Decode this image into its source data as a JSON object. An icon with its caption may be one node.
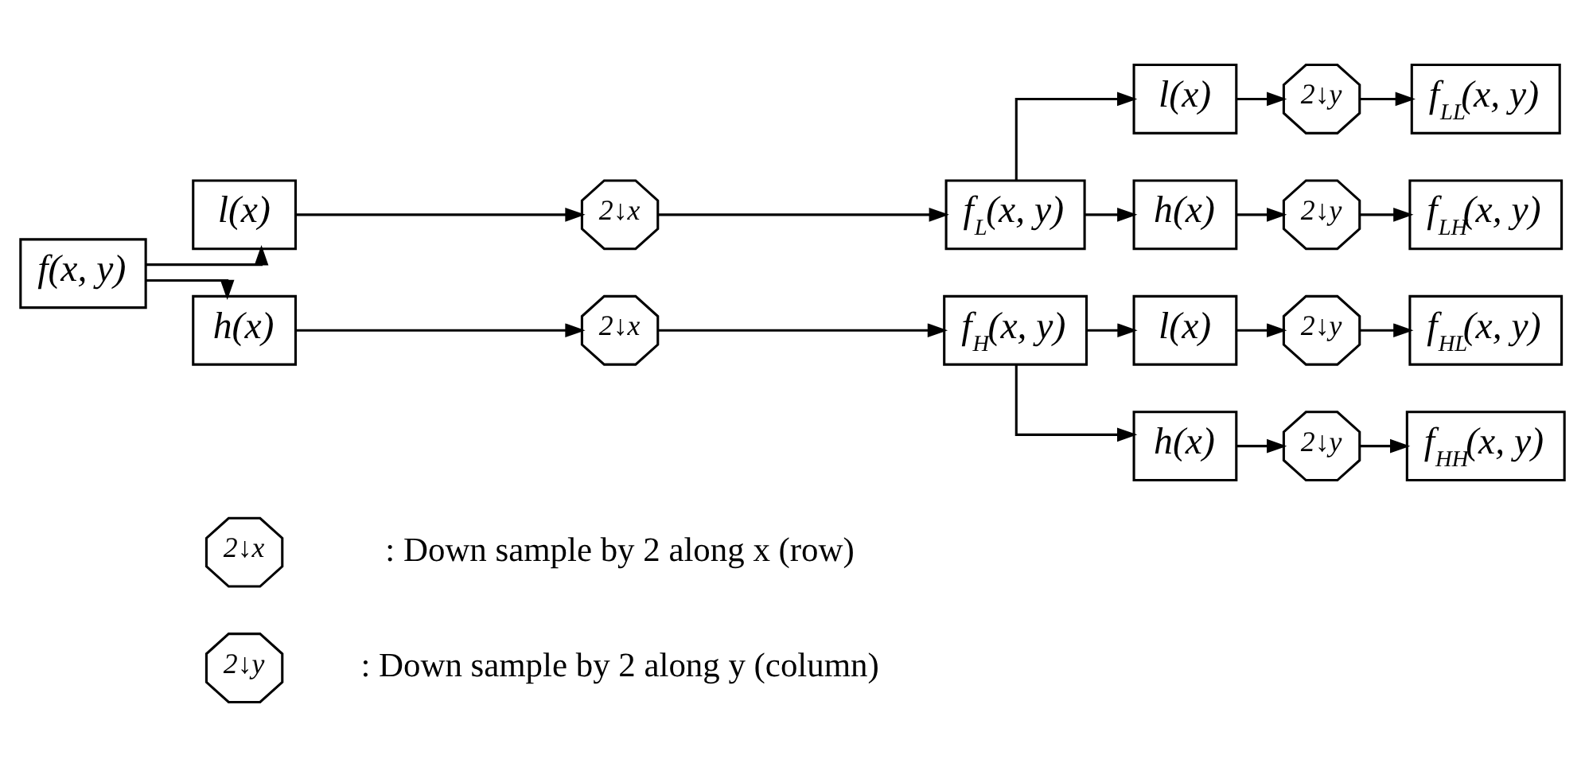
{
  "diagram": {
    "nodes": [
      {
        "text": [
          "f(x, y)"
        ]
      },
      {
        "text": [
          "l(x)"
        ]
      },
      {
        "text": [
          "2↓x"
        ]
      },
      {
        "text": [
          "f$_{L}$(x, y)"
        ]
      },
      {
        "text": [
          "l(x)"
        ]
      },
      {
        "text": [
          "2↓y"
        ]
      },
      {
        "text": [
          "f$_{LL}$(x, y)"
        ]
      },
      {
        "text": [
          "h(x)"
        ]
      },
      {
        "text": [
          "2↓y"
        ]
      },
      {
        "text": [
          "f$_{LH}$(x, y)"
        ]
      },
      {
        "text": [
          "h(x)"
        ]
      },
      {
        "text": [
          "2↓x"
        ]
      },
      {
        "text": [
          "f$_{H}$(x, y)"
        ]
      },
      {
        "text": [
          "l(x)"
        ]
      },
      {
        "text": [
          "2↓y"
        ]
      },
      {
        "text": [
          "f$_{HL}$(x, y)"
        ]
      },
      {
        "text": [
          "h(x)"
        ]
      },
      {
        "text": [
          "2↓y"
        ]
      },
      {
        "text": [
          "f$_{HH}$(x, y)"
        ]
      },
      {
        "text": [
          "2↓x"
        ]
      },
      {
        "text": [
          "2↓y"
        ]
      }
    ],
    "edges": [
      {
        "from": 0,
        "to": 1,
        "arrow": "to"
      },
      {
        "from": 1,
        "to": 2,
        "arrow": "to"
      },
      {
        "from": 2,
        "to": 3,
        "arrow": "to"
      },
      {
        "from": 3,
        "to": 4,
        "arrow": "to"
      },
      {
        "from": 4,
        "to": 5,
        "arrow": "to"
      },
      {
        "from": 5,
        "to": 6,
        "arrow": "to"
      },
      {
        "from": 3,
        "to": 7,
        "arrow": "to"
      },
      {
        "from": 7,
        "to": 8,
        "arrow": "to"
      },
      {
        "from": 8,
        "to": 9,
        "arrow": "to"
      },
      {
        "from": 0,
        "to": 10,
        "arrow": "to"
      },
      {
        "from": 10,
        "to": 11,
        "arrow": "to"
      },
      {
        "from": 11,
        "to": 12,
        "arrow": "to"
      },
      {
        "from": 12,
        "to": 13,
        "arrow": "to"
      },
      {
        "from": 13,
        "to": 14,
        "arrow": "to"
      },
      {
        "from": 14,
        "to": 15,
        "arrow": "to"
      },
      {
        "from": 12,
        "to": 16,
        "arrow": "to"
      },
      {
        "from": 16,
        "to": 17,
        "arrow": "to"
      },
      {
        "from": 17,
        "to": 18,
        "arrow": "to"
      }
    ],
    "labels": [
      ": Down sample by 2 along x (row)",
      ": Down sample by 2 along y (column)"
    ]
  }
}
